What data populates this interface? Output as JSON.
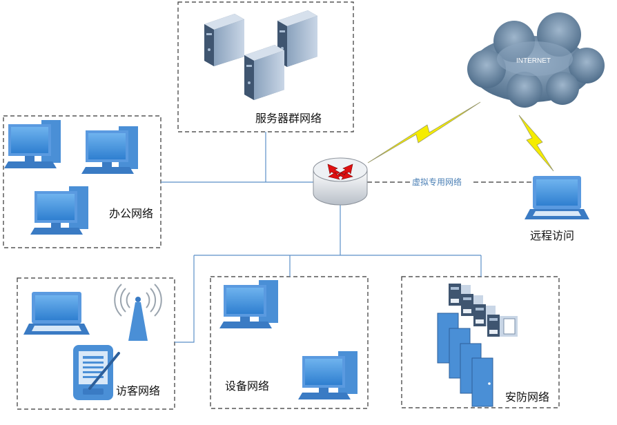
{
  "zones": {
    "server": {
      "label": "服务器群网络"
    },
    "office": {
      "label": "办公网络"
    },
    "guest": {
      "label": "访客网络"
    },
    "device": {
      "label": "设备网络"
    },
    "security": {
      "label": "安防网络"
    }
  },
  "internet": {
    "label": "INTERNET"
  },
  "vpn": {
    "label": "虚拟专用网络"
  },
  "remote": {
    "label": "远程访问"
  },
  "colors": {
    "link": "#5b8fc7",
    "zone_border": "#333333",
    "device_blue": "#4a90d9",
    "lightning": "#f5ec00",
    "router_arrow": "#e01010"
  }
}
